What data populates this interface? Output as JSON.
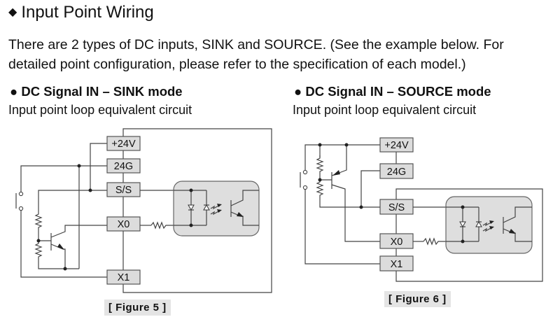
{
  "heading": {
    "bullet": "◆",
    "text": "Input Point Wiring"
  },
  "intro": "There are 2 types of DC inputs, SINK and SOURCE. (See the example below. For detailed point configuration, please refer to the specification of each model.)",
  "sections": [
    {
      "bullet": "●",
      "title": "DC Signal IN – SINK mode",
      "subtitle": "Input point loop equivalent circuit",
      "figure_label": "[ Figure 5 ]",
      "terminals": [
        "+24V",
        "24G",
        "S/S",
        "X0",
        "X1"
      ]
    },
    {
      "bullet": "●",
      "title": "DC Signal IN – SOURCE mode",
      "subtitle": "Input point loop equivalent circuit",
      "figure_label": "[ Figure 6 ]",
      "terminals": [
        "+24V",
        "24G",
        "S/S",
        "X0",
        "X1"
      ]
    }
  ],
  "colors": {
    "terminal_fill": "#dcdcdc",
    "opto_fill": "#dedede",
    "wire": "#444444"
  }
}
